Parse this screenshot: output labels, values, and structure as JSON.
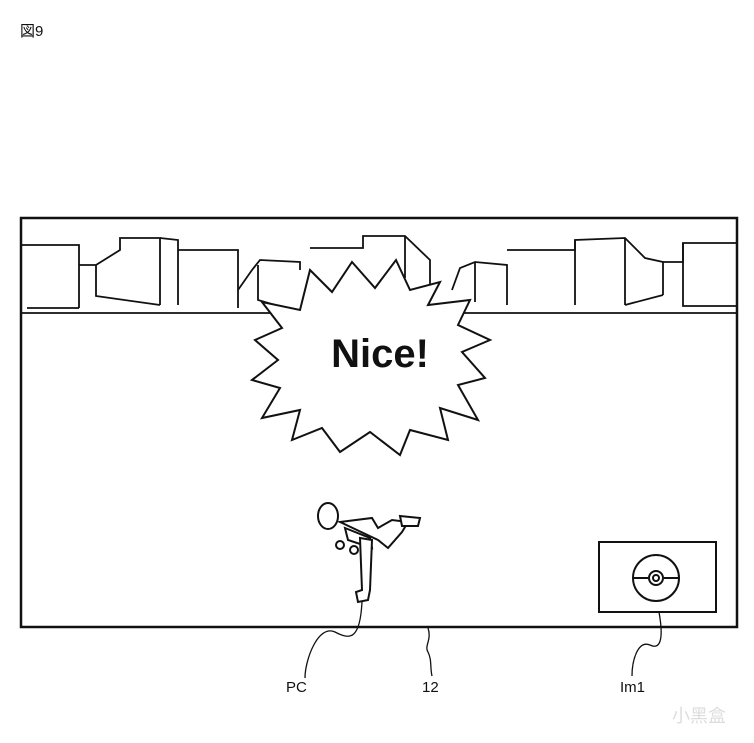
{
  "figure_label": "図9",
  "speech_text": "Nice!",
  "labels": {
    "player_character": "PC",
    "display_screen": "12",
    "image": "Im1"
  },
  "watermark": "小黑盒",
  "icons": {
    "item_icon": "ball-icon"
  }
}
